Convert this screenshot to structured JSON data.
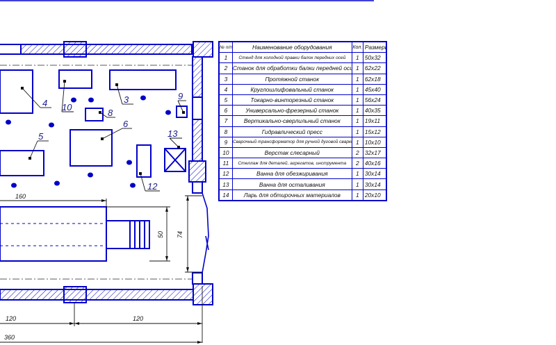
{
  "plan": {
    "labels": [
      "4",
      "10",
      "3",
      "9",
      "8",
      "6",
      "5",
      "13",
      "12"
    ],
    "dimensions": {
      "top_width": "160",
      "inner_height": "50",
      "door_height": "74",
      "bottom_left": "120",
      "bottom_right": "120",
      "total": "360"
    }
  },
  "table": {
    "headers": [
      "№ п/п",
      "Наименование оборудования",
      "Кол.",
      "Размеры"
    ],
    "rows": [
      [
        "1",
        "Стенд для холодной правки балок передних осей",
        "1",
        "50x32"
      ],
      [
        "2",
        "Станок для обработки балки передней оси",
        "1",
        "62x22"
      ],
      [
        "3",
        "Протяжной станок",
        "1",
        "62x18"
      ],
      [
        "4",
        "Круглошлифовальный станок",
        "1",
        "45x40"
      ],
      [
        "5",
        "Токарно-винторезный станок",
        "1",
        "56x24"
      ],
      [
        "6",
        "Универсально-фрезерный станок",
        "1",
        "40x35"
      ],
      [
        "7",
        "Вертикально-сверлильный станок",
        "1",
        "19x11"
      ],
      [
        "8",
        "Гидравлический пресс",
        "1",
        "15x12"
      ],
      [
        "9",
        "Сварочный трансформатор для ручной дуговой сварки",
        "1",
        "10x10"
      ],
      [
        "10",
        "Верстак слесарный",
        "2",
        "32x17"
      ],
      [
        "11",
        "Стеллаж для деталей, агрегатов, инструмента",
        "2",
        "40x16"
      ],
      [
        "12",
        "Ванна для обезжиривания",
        "1",
        "30x14"
      ],
      [
        "13",
        "Ванна для осталивания",
        "1",
        "30x14"
      ],
      [
        "14",
        "Ларь для обтирочных материалов",
        "1",
        "20x10"
      ]
    ]
  },
  "colors": {
    "line": "#0000c8",
    "text": "#111111"
  }
}
